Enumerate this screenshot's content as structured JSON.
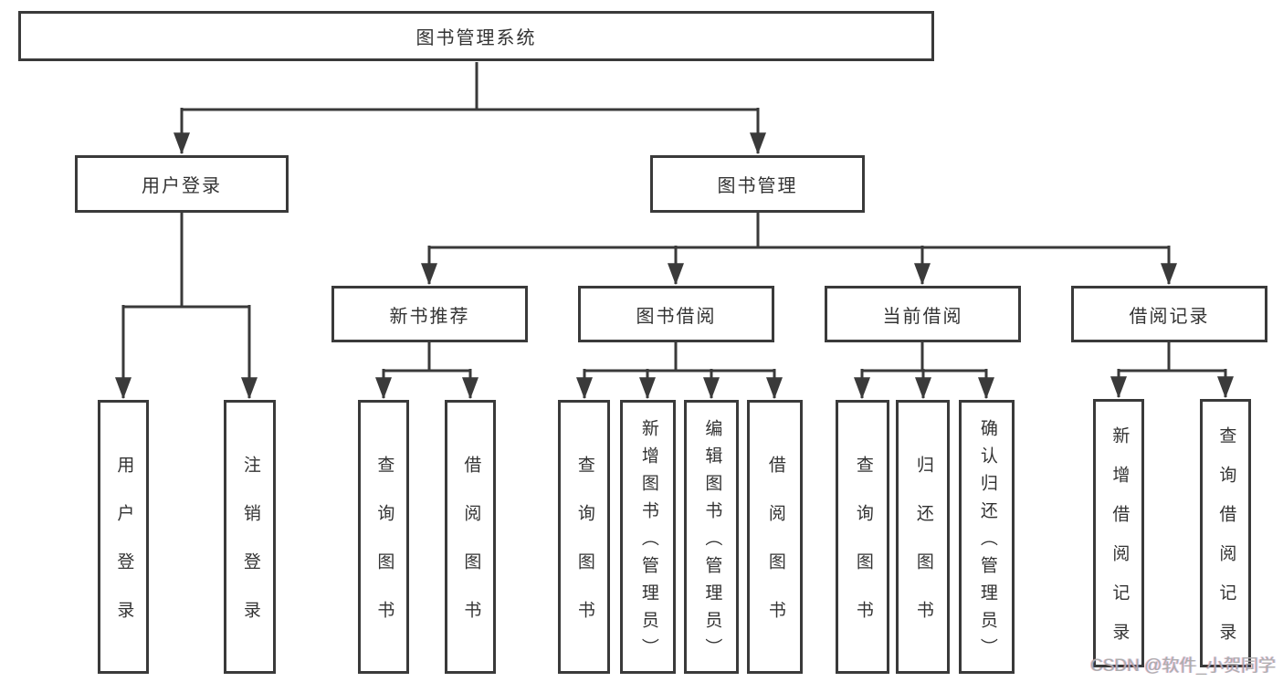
{
  "diagram": {
    "root": {
      "label": "图书管理系统"
    },
    "branches": [
      {
        "label": "用户登录",
        "children": [
          {
            "label": "用户登录"
          },
          {
            "label": "注销登录"
          }
        ]
      },
      {
        "label": "图书管理",
        "children": [
          {
            "label": "新书推荐",
            "children": [
              {
                "label": "查询图书"
              },
              {
                "label": "借阅图书"
              }
            ]
          },
          {
            "label": "图书借阅",
            "children": [
              {
                "label": "查询图书"
              },
              {
                "label": "新增图书（管理员）"
              },
              {
                "label": "编辑图书（管理员）"
              },
              {
                "label": "借阅图书"
              }
            ]
          },
          {
            "label": "当前借阅",
            "children": [
              {
                "label": "查询图书"
              },
              {
                "label": "归还图书"
              },
              {
                "label": "确认归还（管理员）"
              }
            ]
          },
          {
            "label": "借阅记录",
            "children": [
              {
                "label": "新增借阅记录"
              },
              {
                "label": "查询借阅记录"
              }
            ]
          }
        ]
      }
    ]
  },
  "watermark": {
    "text": "CSDN @软件_小贺同学"
  },
  "colors": {
    "line": "#3a3a3a",
    "text": "#333333",
    "box_background": "#ffffff",
    "watermark": "#adadad",
    "background": "#ffffff"
  }
}
